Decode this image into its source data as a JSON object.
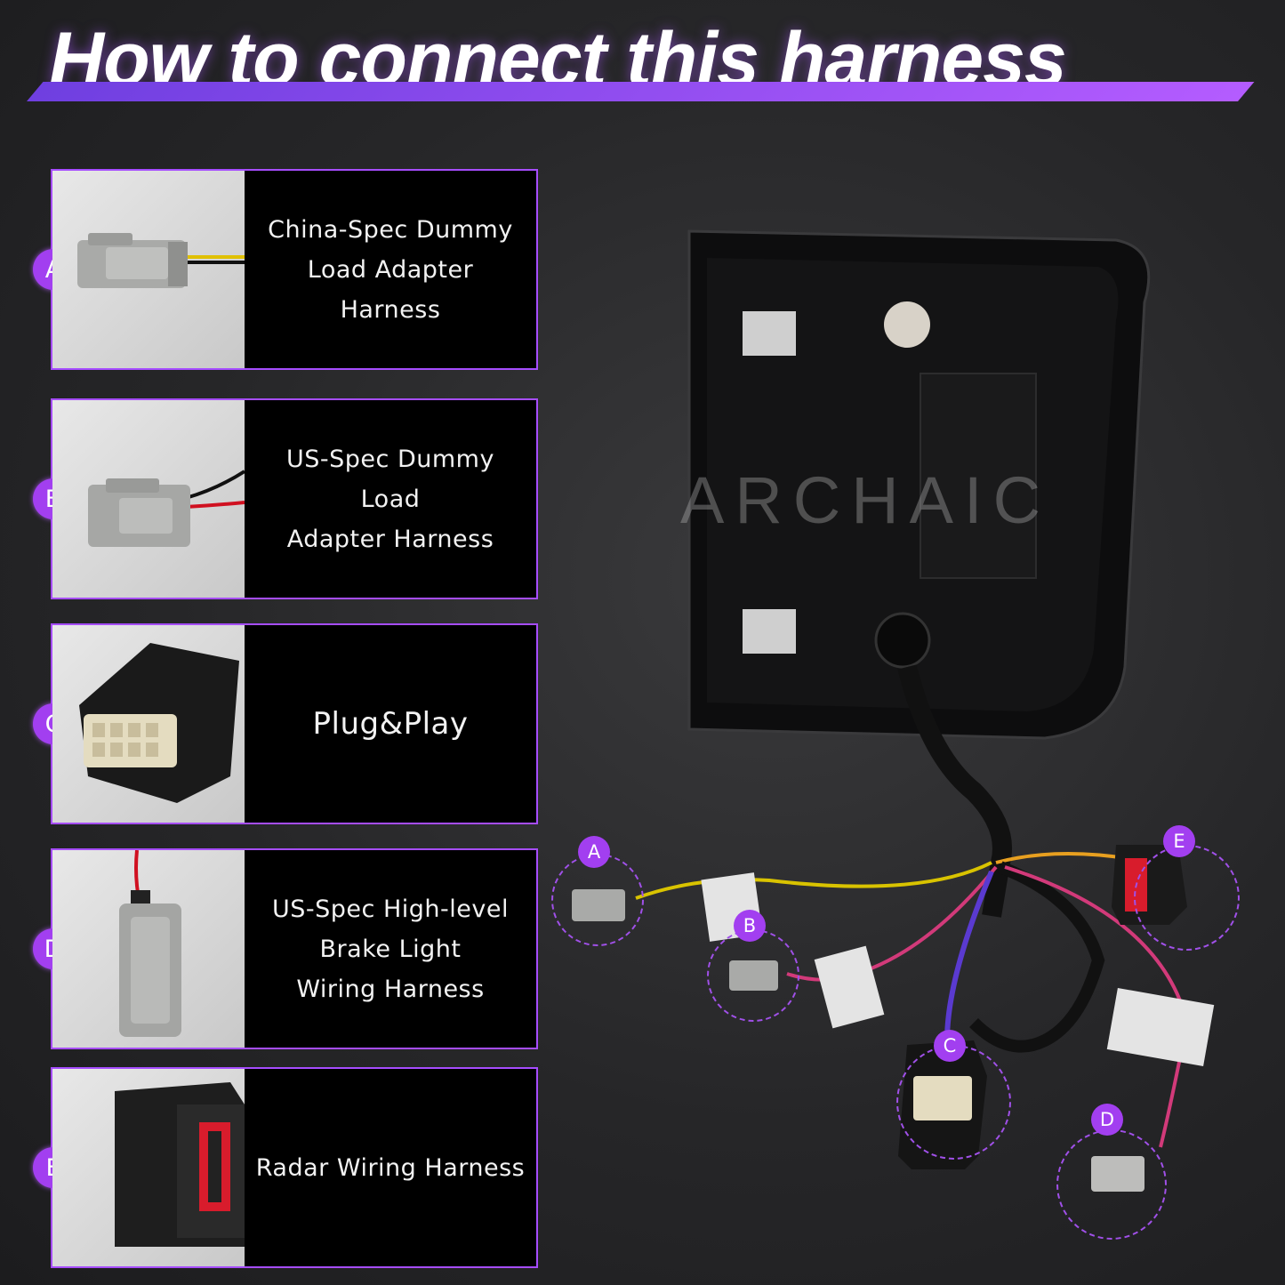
{
  "title": "How to connect this harness",
  "watermark": "ARCHAIC",
  "items": [
    {
      "letter": "A",
      "label_lines": [
        "China-Spec Dummy",
        "Load Adapter Harness"
      ]
    },
    {
      "letter": "B",
      "label_lines": [
        "US-Spec Dummy Load",
        "Adapter Harness"
      ]
    },
    {
      "letter": "C",
      "label_lines": [
        "Plug&Play"
      ]
    },
    {
      "letter": "D",
      "label_lines": [
        "US-Spec High-level",
        "Brake Light",
        "Wiring Harness"
      ]
    },
    {
      "letter": "E",
      "label_lines": [
        "Radar Wiring Harness"
      ]
    }
  ],
  "callouts": [
    "A",
    "B",
    "C",
    "D",
    "E"
  ],
  "colors": {
    "accent": "#a23ff0",
    "border": "#a64dff",
    "background": "#262628"
  }
}
